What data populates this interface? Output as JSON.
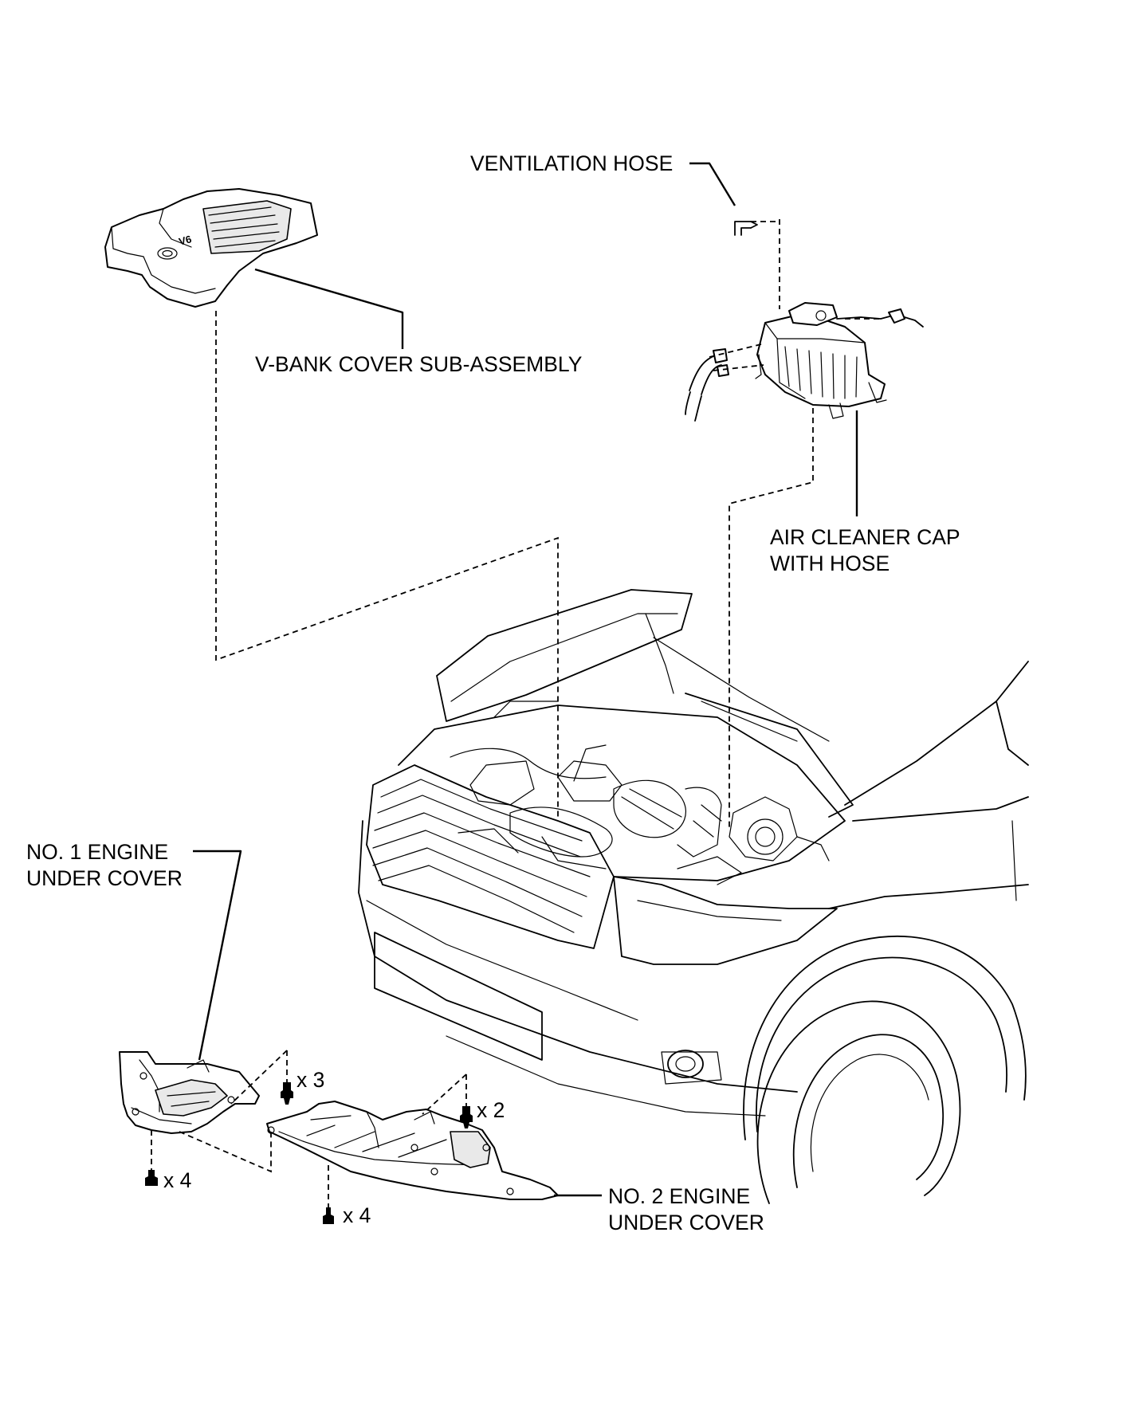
{
  "labels": {
    "ventilation_hose": "VENTILATION HOSE",
    "v_bank_cover": "V-BANK COVER SUB-ASSEMBLY",
    "air_cleaner_line1": "AIR CLEANER CAP",
    "air_cleaner_line2": "WITH HOSE",
    "no1_cover_line1": "NO. 1 ENGINE",
    "no1_cover_line2": "UNDER COVER",
    "no2_cover_line1": "NO. 2 ENGINE",
    "no2_cover_line2": "UNDER COVER"
  },
  "fastener_counts": {
    "no1_front_bolts": "x 3",
    "no1_rear_bolts": "x 4",
    "no2_front_bolts": "x 2",
    "no2_rear_bolts": "x 4"
  },
  "engine_badge": "V6",
  "colors": {
    "ink": "#000000",
    "background": "#ffffff",
    "part_shade": "#e9e9e9"
  }
}
